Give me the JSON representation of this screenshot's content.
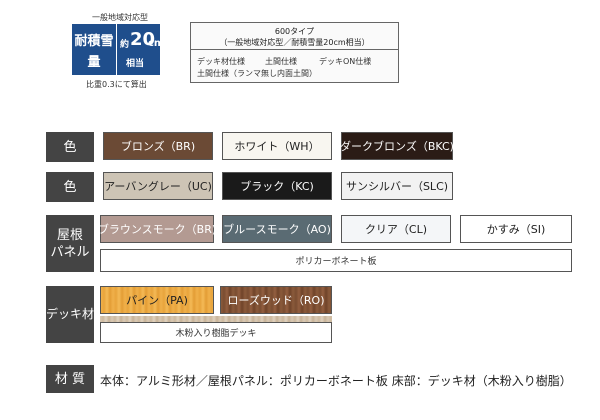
{
  "snow": {
    "region": "一般地域対応型",
    "label_line1": "耐積雪",
    "label_line2": "量",
    "prefix": "約",
    "value": "20",
    "unit": "cm",
    "ratio_label": "相当",
    "footnote": "比重0.3にて算出"
  },
  "info": {
    "title": "600タイプ",
    "subtitle": "（一般地域対応型／耐積雪量20cm相当）",
    "spec1": "デッキ材仕様",
    "spec2": "土間仕様",
    "spec3": "デッキON仕様",
    "spec4": "土間仕様（ランマ無し内面土間）"
  },
  "color_row1": {
    "header": "色",
    "items": [
      {
        "label": "ブロンズ（BR)",
        "color": "#6b4a35"
      },
      {
        "label": "ホワイト（WH）",
        "color": "#f8f6f0"
      },
      {
        "label": "ダークブロンズ（BKC)",
        "color": "#2b1c16"
      }
    ]
  },
  "color_row2": {
    "header": "色",
    "items": [
      {
        "label": "アーバングレー（UC)",
        "color": "#cdc4b5"
      },
      {
        "label": "ブラック（KC)",
        "color": "#1a1a1a"
      },
      {
        "label": "サンシルバー（SLC)",
        "color": "#f2f2f2"
      }
    ]
  },
  "roof_panel": {
    "header_line1": "屋根",
    "header_line2": "パネル",
    "items": [
      {
        "label": "ブラウンスモーク（BR)",
        "color": "#b39a92"
      },
      {
        "label": "ブルースモーク（AO)",
        "color": "#5a6b73"
      },
      {
        "label": "クリア（CL)",
        "color": "#f4f6f8"
      },
      {
        "label": "かすみ（SI)",
        "color": "#ffffff"
      }
    ],
    "material_label": "ポリカーボネート板"
  },
  "deck": {
    "header": "デッキ材",
    "items": [
      {
        "label": "パイン（PA)",
        "color": "#f0b04a"
      },
      {
        "label": "ローズウッド（RO)",
        "color": "#7a4d31"
      }
    ],
    "material_label": "木粉入り樹脂デッキ"
  },
  "material": {
    "header": "材 質",
    "text": "本体：アルミ形材／屋根パネル：ポリカーボネート板 床部：デッキ材（木粉入り樹脂）"
  }
}
